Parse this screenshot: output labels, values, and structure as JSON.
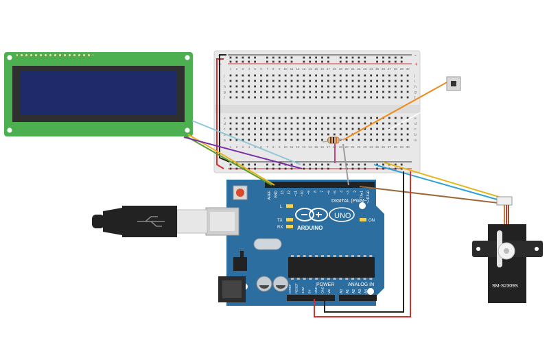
{
  "arduino": {
    "brand": "ARDUINO",
    "model": "UNO",
    "digital_label": "DIGITAL (PWM~)",
    "power_label": "POWER",
    "analog_label": "ANALOG IN",
    "on_label": "ON",
    "led_labels": [
      "L",
      "TX",
      "RX"
    ],
    "digital_pins": [
      "AREF",
      "GND",
      "13",
      "12",
      "~11",
      "~10",
      "~9",
      "8",
      "7",
      "~6",
      "~5",
      "4",
      "~3",
      "2",
      "TX▸1",
      "RX◂0"
    ],
    "power_pins": [
      "IOREF",
      "RESET",
      "3.3V",
      "5V",
      "GND",
      "GND",
      "Vin"
    ],
    "analog_pins": [
      "A0",
      "A1",
      "A2",
      "A3",
      "A4",
      "A5"
    ]
  },
  "breadboard": {
    "column_numbers": [
      "1",
      "2",
      "3",
      "4",
      "5",
      "6",
      "7",
      "8",
      "9",
      "10",
      "11",
      "12",
      "13",
      "14",
      "15",
      "16",
      "17",
      "18",
      "19",
      "20",
      "21",
      "22",
      "23",
      "24",
      "25",
      "26",
      "27",
      "28",
      "29",
      "30"
    ],
    "top_row_letters": [
      "j",
      "i",
      "h",
      "g",
      "f"
    ],
    "bottom_row_letters": [
      "e",
      "d",
      "c",
      "b",
      "a"
    ],
    "rail_signs": [
      "+",
      "-"
    ]
  },
  "servo": {
    "model": "SM-S2309S"
  },
  "colors": {
    "board": "#2c6ea0",
    "lcd_frame": "#4caf50",
    "lcd_screen": "#1f2a6b",
    "wire_red": "#d32f2f",
    "wire_black": "#222222",
    "wire_orange": "#ef8a1c",
    "wire_purple": "#7b2fa6",
    "wire_yellow": "#e3b61b",
    "wire_blue": "#2fa0d8",
    "wire_lightblue": "#8fc6d8",
    "wire_green": "#5a9b2f",
    "wire_brown": "#9a6a3a",
    "wire_gray": "#9c9c9c",
    "wire_pink": "#c2447a"
  },
  "icons": [
    "usb-cable-icon",
    "pushbutton-icon",
    "resistor-icon",
    "servo-icon",
    "lcd-display-icon",
    "arduino-logo-icon"
  ]
}
